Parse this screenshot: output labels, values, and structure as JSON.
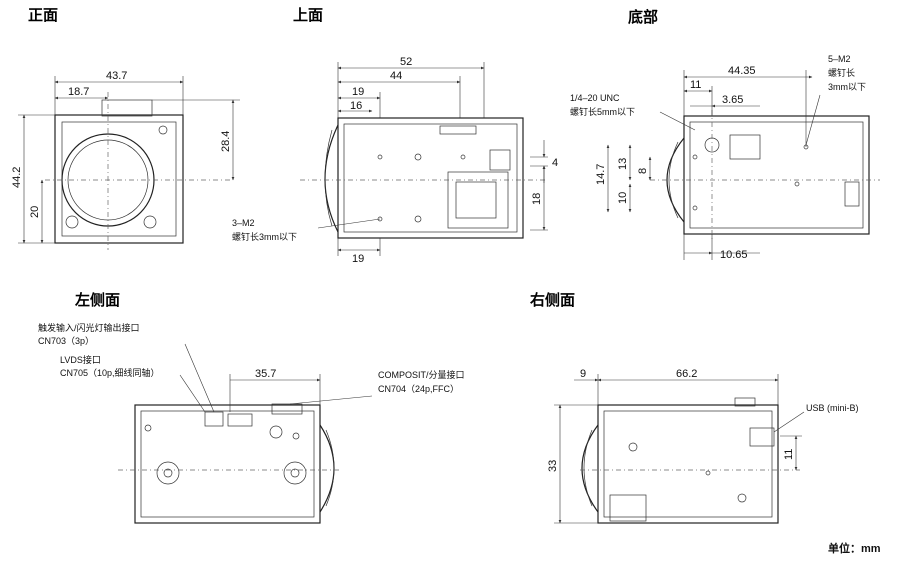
{
  "views": {
    "front": "正面",
    "top": "上面",
    "bottom": "底部",
    "left": "左侧面",
    "right": "右侧面"
  },
  "unit_label": "单位：mm",
  "front_dims": {
    "width": "43.7",
    "offset": "18.7",
    "height": "44.2",
    "upper": "28.4",
    "lower": "20"
  },
  "top_dims": {
    "overall": "52",
    "inner": "44",
    "d19": "19",
    "d16": "16",
    "d4": "4",
    "d18": "18",
    "bottom19": "19"
  },
  "top_notes": {
    "screw_spec": "3–M2",
    "screw_len": "螺钉长3mm以下"
  },
  "bottom_dims": {
    "d4435": "44.35",
    "d11": "11",
    "d365": "3.65",
    "d147": "14.7",
    "d13": "13",
    "d8": "8",
    "d10": "10",
    "d1065": "10.65"
  },
  "bottom_notes": {
    "unc": "1/4–20 UNC",
    "unc_len": "螺钉长5mm以下",
    "m2": "5–M2",
    "m2_len1": "螺钉长",
    "m2_len2": "3mm以下"
  },
  "left_notes": {
    "trigger1": "触发输入/闪光灯输出接口",
    "trigger2": "CN703（3p）",
    "lvds1": "LVDS接口",
    "lvds2": "CN705（10p,细线同轴）",
    "comp1": "COMPOSIT/分量接口",
    "comp2": "CN704（24p,FFC）",
    "d357": "35.7"
  },
  "right_dims": {
    "d9": "9",
    "d662": "66.2",
    "d33": "33",
    "d11": "11",
    "usb": "USB (mini-B)"
  }
}
